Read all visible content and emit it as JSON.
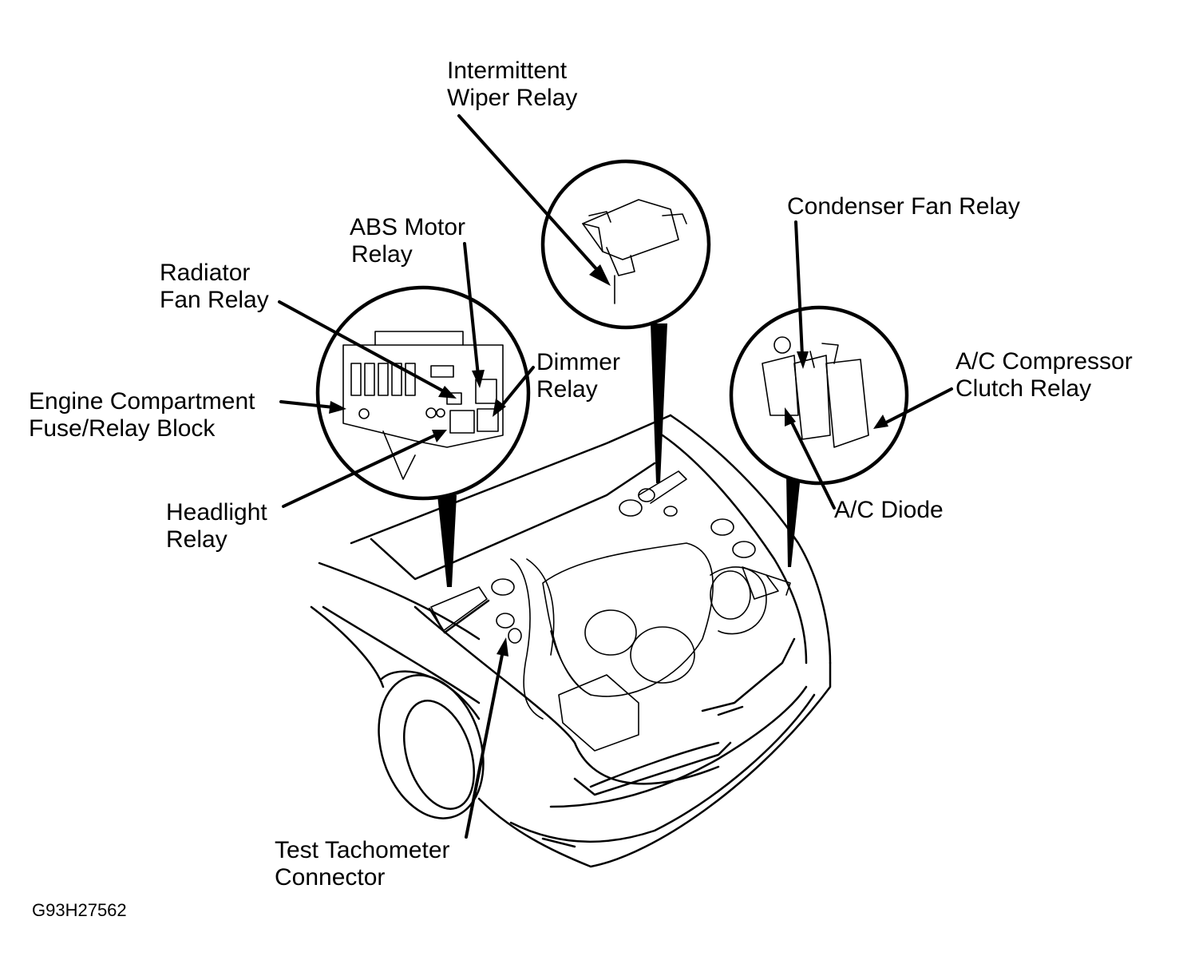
{
  "labels": {
    "intermittent_wiper_relay": [
      "Intermittent",
      "Wiper Relay"
    ],
    "abs_motor_relay": [
      "ABS Motor",
      "Relay"
    ],
    "radiator_fan_relay": [
      "Radiator",
      "Fan Relay"
    ],
    "engine_compartment_block": [
      "Engine Compartment",
      "Fuse/Relay Block"
    ],
    "dimmer_relay": [
      "Dimmer",
      "Relay"
    ],
    "headlight_relay": [
      "Headlight",
      "Relay"
    ],
    "condenser_fan_relay": [
      "Condenser Fan Relay"
    ],
    "ac_compressor_clutch_relay": [
      "A/C Compressor",
      "Clutch Relay"
    ],
    "ac_diode": [
      "A/C Diode"
    ],
    "test_tachometer_connector": [
      "Test Tachometer",
      "Connector"
    ]
  },
  "figure_code": "G93H27562"
}
